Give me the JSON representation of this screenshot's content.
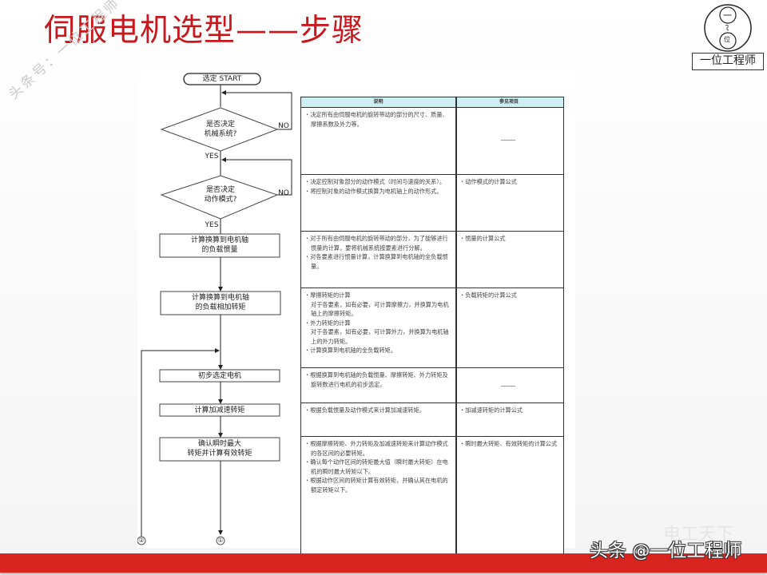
{
  "title": "伺服电机选型——步骤",
  "logo": {
    "top_char": "一",
    "bottom_char": "位",
    "label": "一位工程师"
  },
  "watermark": {
    "diagonal": "头条号：一位工程师",
    "footer": "头条 @一位工程师",
    "footer_prefix": "头条",
    "footer_at": "@",
    "footer_name": "一位工程师",
    "ghost": "电工天下"
  },
  "flowchart": {
    "start": "选定 START",
    "decisions": [
      {
        "line1": "是否决定",
        "line2": "机械系统?",
        "no_label": "NO",
        "yes_label": "YES"
      },
      {
        "line1": "是否决定",
        "line2": "动作模式?",
        "no_label": "NO",
        "yes_label": "YES"
      }
    ],
    "steps": [
      {
        "line1": "计算换算到电机轴",
        "line2": "的负载惯量"
      },
      {
        "line1": "计算换算到电机轴",
        "line2": "的负载相加转矩"
      },
      {
        "line1": "初步选定电机",
        "line2": ""
      },
      {
        "line1": "计算加减速转矩",
        "line2": ""
      },
      {
        "line1": "确认瞬时最大",
        "line2": "转矩并计算有效转矩"
      }
    ],
    "connectors": [
      "②",
      "①"
    ]
  },
  "table": {
    "headers": [
      "说明",
      "参见项目"
    ],
    "rows": [
      {
        "desc": [
          "・决定所有由伺服电机的旋转带动的部分的尺寸、质量、摩擦系数及外力等。"
        ],
        "ref": "—"
      },
      {
        "desc": [
          "・决定控制对象部分的动作模式（时间与速度的关系）。",
          "・将控制对象的动作模式换算为电机轴上的动作形式。"
        ],
        "ref": "・动作模式的计算公式"
      },
      {
        "desc": [
          "・对于所有由伺服电机的旋转带动的部分，为了能够进行惯量的计算，要将机械系统按要素进行分解。",
          "・对各要素进行惯量计算，计算换算到电机轴的全负载惯量。"
        ],
        "ref": "・惯量的计算公式"
      },
      {
        "desc": [
          "・摩擦转矩的计算",
          "对于各要素，如有必要，可计算摩擦力，并换算为电机轴上的摩擦转矩。",
          "・外力转矩的计算",
          "对于各要素，如有必要，可计算外力，并换算为电机轴上的外力转矩。",
          "・计算换算到电机轴的全负载转矩。"
        ],
        "ref": "・负载转矩的计算公式"
      },
      {
        "desc": [
          "・根据换算到电机轴的负载惯量、摩擦转矩、外力转矩及旋转数进行电机的初步选定。"
        ],
        "ref": "—"
      },
      {
        "desc": [
          "・根据负载惯量及动作模式来计算加减速转矩。"
        ],
        "ref": "・加减速转矩的计算公式"
      },
      {
        "desc": [
          "・根据摩擦转矩、外力转矩及加减速转矩来计算动作模式的各区间的必要转矩。",
          "・确认每个动作区间的转矩最大值（瞬时最大转矩）在电机的瞬时最大转矩以下。",
          "・根据动作区间的转矩计算有效转矩，并确认其在电机的额定转矩以下。"
        ],
        "ref": "・瞬时最大转矩、有效转矩的计算公式"
      }
    ]
  },
  "colors": {
    "title_red": "#c8181e",
    "footer_red": "#d8231f",
    "table_header_bg": "#cdeff4"
  }
}
